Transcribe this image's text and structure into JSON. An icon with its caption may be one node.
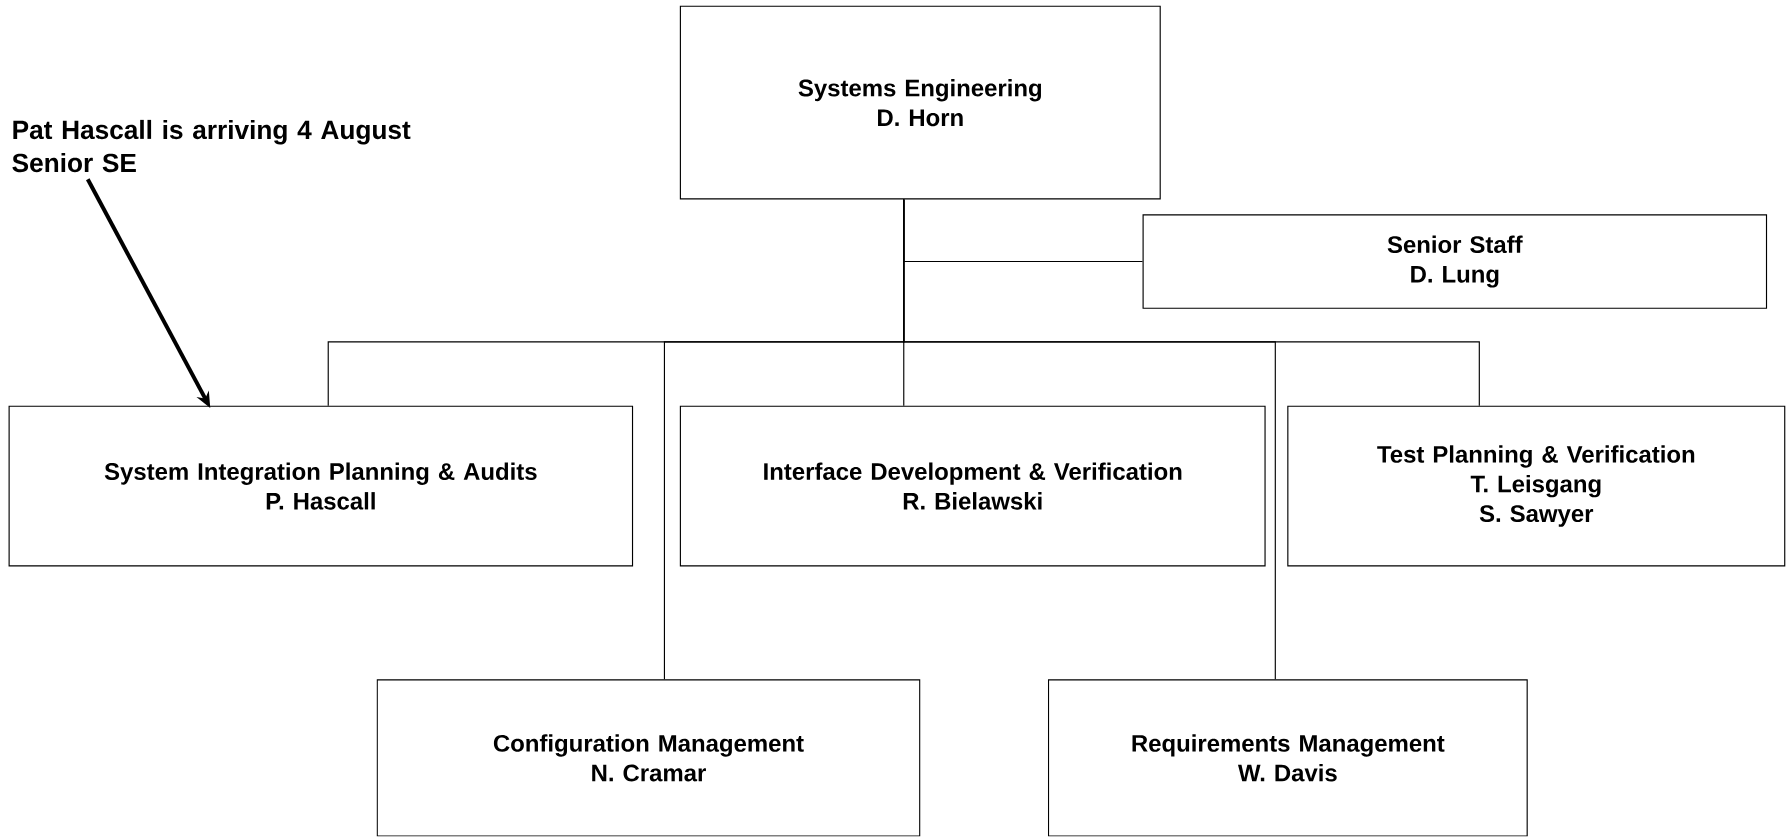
{
  "diagram": {
    "nodes": [
      {
        "text": [
          "Systems Engineering",
          "D. Horn"
        ]
      },
      {
        "text": [
          "Senior Staff",
          "D. Lung"
        ]
      },
      {
        "text": [
          "System Integration Planning & Audits",
          "P. Hascall"
        ]
      },
      {
        "text": [
          "Interface Development & Verification",
          "R. Bielawski"
        ]
      },
      {
        "text": [
          "Test Planning & Verification",
          "T. Leisgang",
          "S. Sawyer"
        ]
      },
      {
        "text": [
          "Configuration Management",
          "N. Cramar"
        ]
      },
      {
        "text": [
          "Requirements Management",
          "W. Davis"
        ]
      },
      {
        "text": [
          "Pat Hascall is arriving 4 August",
          "Senior SE"
        ]
      }
    ],
    "edges": [
      {
        "from": 0,
        "to": 1,
        "arrow": "none"
      },
      {
        "from": 0,
        "to": 2,
        "arrow": "none"
      },
      {
        "from": 0,
        "to": 5,
        "arrow": "none"
      },
      {
        "from": 0,
        "to": 3,
        "arrow": "none"
      },
      {
        "from": 0,
        "to": 6,
        "arrow": "none"
      },
      {
        "from": 0,
        "to": 4,
        "arrow": "none"
      },
      {
        "from": 7,
        "to": 2,
        "arrow": "to",
        "style": "thick"
      }
    ]
  }
}
